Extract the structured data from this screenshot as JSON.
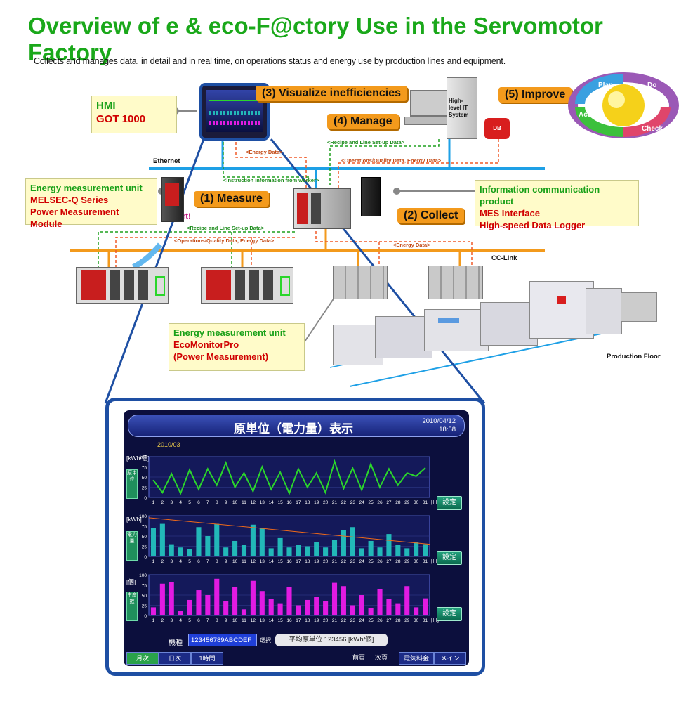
{
  "title": "Overview of e & eco-F@ctory Use in the Servomotor Factory",
  "subtitle": "Collects and manages data, in detail and in real time, on operations status and energy use by production lines and equipment.",
  "hmi_box": {
    "line1": "HMI",
    "line2": "GOT 1000"
  },
  "callouts": {
    "visualize": "(3) Visualize inefficiencies",
    "manage": "(4) Manage",
    "improve": "(5) Improve",
    "measure": "(1) Measure",
    "collect": "(2) Collect"
  },
  "it_system": "High-level IT System",
  "db": "DB",
  "pdca": {
    "p": "Plan",
    "d": "Do",
    "c": "Check",
    "a": "Act"
  },
  "network": {
    "ethernet": "Ethernet",
    "cclink": "CC-Link",
    "production_floor": "Production Floor"
  },
  "flows": {
    "energy_data_1": "<Energy Data>",
    "recipe_1": "<Recipe and Line Set-up Data>",
    "ops_quality_1": "<Operations/Quality Data, Energy Data>",
    "instruction": "<Instruction information from worker>",
    "recipe_2": "<Recipe and Line Set-up Data>",
    "ops_quality_2": "<Operations/Quality Data, Energy Data>",
    "energy_data_2": "<Energy Data>"
  },
  "insert_label": "Insert!",
  "energy_unit_q": {
    "line1": "Energy measurement unit",
    "line2": "MELSEC-Q Series",
    "line3": "Power Measurement Module"
  },
  "info_product": {
    "line1": "Information communication product",
    "line2": "MES Interface",
    "line3": "High-speed Data Logger"
  },
  "energy_unit_eco": {
    "line1": "Energy measurement unit",
    "line2": "EcoMonitorPro",
    "line3": "(Power Measurement)"
  },
  "screen": {
    "title": "原単位（電力量）表示",
    "date": "2010/04/12",
    "time": "18:58",
    "month": "2010/03",
    "unit1": "[kWh/個]",
    "unit2": "[kWh]",
    "unit3": "[個]",
    "day_unit": "[日]",
    "set_btn": "設定",
    "model_label": "機種",
    "model_value": "123456789ABCDEF",
    "select_label": "選択",
    "avg_label": "平均原単位 123456 [kWh/個]",
    "tabs": [
      "月次",
      "日次",
      "1時間"
    ],
    "nav": [
      "前頁",
      "次頁",
      "電気料金",
      "メイン"
    ],
    "side_tags": [
      "原単位",
      "電力量",
      "生産数"
    ]
  },
  "chart_data": [
    {
      "type": "line",
      "title": "",
      "ylabel": "[kWh/個]",
      "xlabel": "[日]",
      "ylim": [
        0,
        100
      ],
      "yticks": [
        0,
        25,
        50,
        75,
        100
      ],
      "x": [
        1,
        2,
        3,
        4,
        5,
        6,
        7,
        8,
        9,
        10,
        11,
        12,
        13,
        14,
        15,
        16,
        17,
        18,
        19,
        20,
        21,
        22,
        23,
        24,
        25,
        26,
        27,
        28,
        29,
        30,
        31
      ],
      "values": [
        42,
        12,
        58,
        10,
        68,
        20,
        70,
        30,
        85,
        25,
        60,
        15,
        75,
        20,
        62,
        10,
        70,
        25,
        60,
        12,
        88,
        22,
        72,
        18,
        82,
        25,
        70,
        30,
        60,
        52,
        72
      ],
      "color": "#2bd62b"
    },
    {
      "type": "bar",
      "title": "",
      "ylabel": "[kWh]",
      "xlabel": "[日]",
      "ylim": [
        0,
        100
      ],
      "yticks": [
        0,
        25,
        50,
        75,
        100
      ],
      "x": [
        1,
        2,
        3,
        4,
        5,
        6,
        7,
        8,
        9,
        10,
        11,
        12,
        13,
        14,
        15,
        16,
        17,
        18,
        19,
        20,
        21,
        22,
        23,
        24,
        25,
        26,
        27,
        28,
        29,
        30,
        31
      ],
      "values": [
        70,
        80,
        30,
        22,
        18,
        72,
        50,
        80,
        22,
        38,
        28,
        78,
        70,
        20,
        45,
        22,
        28,
        25,
        35,
        22,
        40,
        65,
        72,
        20,
        38,
        22,
        55,
        28,
        20,
        35,
        30
      ],
      "trend": [
        95,
        30
      ],
      "color": "#22b8b8"
    },
    {
      "type": "bar",
      "title": "",
      "ylabel": "[個]",
      "xlabel": "[日]",
      "ylim": [
        0,
        100
      ],
      "yticks": [
        0,
        25,
        50,
        75,
        100
      ],
      "x": [
        1,
        2,
        3,
        4,
        5,
        6,
        7,
        8,
        9,
        10,
        11,
        12,
        13,
        14,
        15,
        16,
        17,
        18,
        19,
        20,
        21,
        22,
        23,
        24,
        25,
        26,
        27,
        28,
        29,
        30,
        31
      ],
      "values": [
        20,
        78,
        82,
        12,
        38,
        62,
        50,
        90,
        35,
        70,
        15,
        85,
        60,
        40,
        30,
        70,
        25,
        38,
        45,
        35,
        80,
        72,
        25,
        50,
        18,
        65,
        40,
        30,
        72,
        20,
        42
      ],
      "color": "#e21be2"
    }
  ]
}
